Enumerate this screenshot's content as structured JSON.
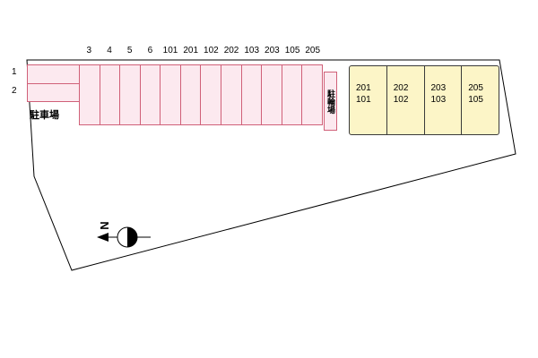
{
  "colors": {
    "parking_fill": "#fce9ef",
    "parking_border": "#d06078",
    "building_fill": "#fcf5c7",
    "building_border": "#3a3a3a",
    "boundary_line": "#000000"
  },
  "parking": {
    "label": "駐車場",
    "left_rows": [
      "1",
      "2"
    ],
    "column_numbers": [
      "3",
      "4",
      "5",
      "6",
      "101",
      "201",
      "102",
      "202",
      "103",
      "203",
      "105",
      "205"
    ]
  },
  "bicycle": {
    "label": "駐輪場"
  },
  "building": {
    "units": [
      {
        "line1": "201",
        "line2": "101"
      },
      {
        "line1": "202",
        "line2": "102"
      },
      {
        "line1": "203",
        "line2": "103"
      },
      {
        "line1": "205",
        "line2": "105"
      }
    ]
  },
  "compass": {
    "label": "N"
  }
}
